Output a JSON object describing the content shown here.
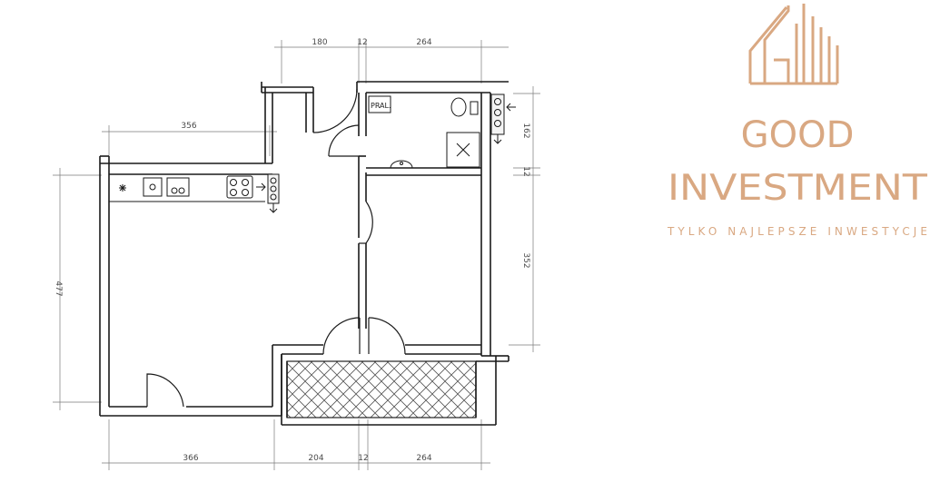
{
  "plan": {
    "dimensions": {
      "top_left": "180",
      "top_mid": "12",
      "top_right": "264",
      "kitchen_width": "356",
      "right_upper": "162",
      "right_gap": "12",
      "right_lower": "352",
      "left_height": "477",
      "bottom_left": "366",
      "bottom_mid_left": "204",
      "bottom_mid": "12",
      "bottom_right": "264"
    },
    "rooms": {
      "laundry_label": "PRAL."
    }
  },
  "brand": {
    "line1": "GOOD",
    "line2": "INVESTMENT",
    "tagline": "TYLKO NAJLEPSZE INWESTYCJE",
    "color": "#d9a882"
  }
}
